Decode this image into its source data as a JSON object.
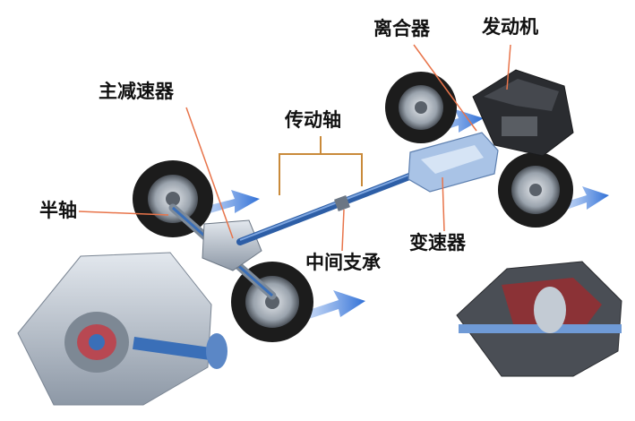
{
  "labels": {
    "clutch": "离合器",
    "engine": "发动机",
    "final_drive": "主减速器",
    "drive_shaft": "传动轴",
    "half_shaft": "半轴",
    "center_support": "中间支承",
    "transmission": "变速器"
  },
  "colors": {
    "leader_line": "#e8744a",
    "bracket_line": "#c98a3a",
    "arrow_blue": "#2f6fd6",
    "shaft_blue": "#3a6fb8",
    "tire": "#1c1c1c",
    "metal": "#b9c2cc"
  }
}
